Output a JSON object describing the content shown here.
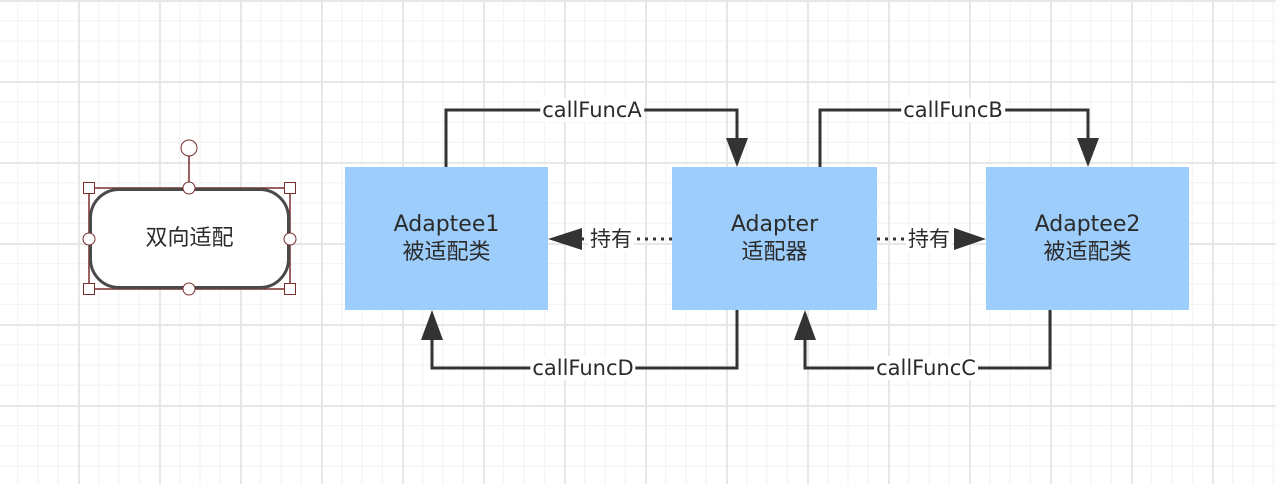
{
  "legend": {
    "label": "双向适配"
  },
  "nodes": {
    "adaptee1": {
      "line1": "Adaptee1",
      "line2": "被适配类"
    },
    "adapter": {
      "line1": "Adapter",
      "line2": "适配器"
    },
    "adaptee2": {
      "line1": "Adaptee2",
      "line2": "被适配类"
    }
  },
  "edges": {
    "call_a": "callFuncA",
    "call_b": "callFuncB",
    "call_c": "callFuncC",
    "call_d": "callFuncD",
    "holds_left": "持有",
    "holds_right": "持有"
  },
  "colors": {
    "box_fill": "#9dcdfb",
    "line": "#333333",
    "selection": "#7a2e2e"
  }
}
